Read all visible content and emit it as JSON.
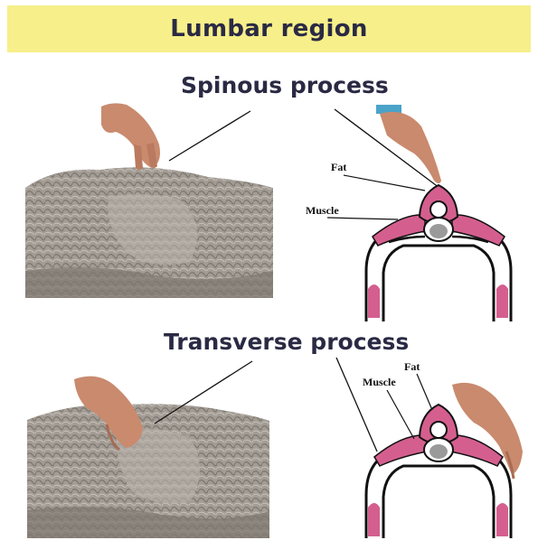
{
  "banner": {
    "title": "Lumbar region"
  },
  "sections": [
    {
      "title": "Spinous process",
      "labels": {
        "fat": "Fat",
        "muscle": "Muscle"
      }
    },
    {
      "title": "Transverse process",
      "labels": {
        "fat": "Fat",
        "muscle": "Muscle"
      }
    }
  ],
  "colors": {
    "banner": "#f7ef8a",
    "heading_text": "#2a2a44",
    "muscle": "#d45f8f",
    "fur": "#9a948e",
    "skin": "#c98a6e"
  },
  "icons": [
    "hand-palpating",
    "fur-specimen",
    "vertebra-cross-section"
  ]
}
